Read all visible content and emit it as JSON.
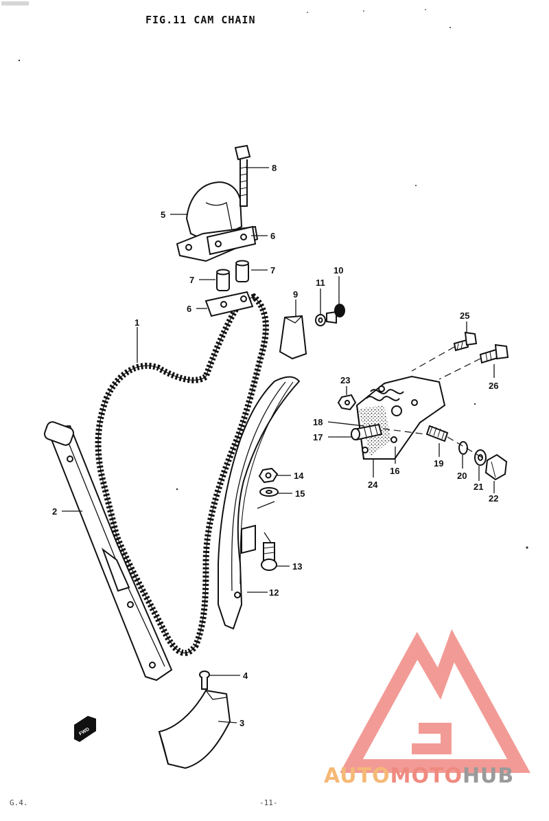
{
  "title": "FIG.11  CAM CHAIN",
  "footer": {
    "left": "G.4.",
    "page": "-11-"
  },
  "watermark": {
    "part1": "AUTO",
    "part2": "MOTO",
    "part3": "HUB",
    "colors": {
      "auto": "#f5b977",
      "moto": "#ef8a80",
      "hub": "#9a9a9a",
      "logo": "#f08a84"
    }
  },
  "callouts": [
    {
      "number": "1"
    },
    {
      "number": "2"
    },
    {
      "number": "3"
    },
    {
      "number": "4"
    },
    {
      "number": "5"
    },
    {
      "number": "6"
    },
    {
      "number": "6"
    },
    {
      "number": "7"
    },
    {
      "number": "7"
    },
    {
      "number": "8"
    },
    {
      "number": "9"
    },
    {
      "number": "10"
    },
    {
      "number": "11"
    },
    {
      "number": "12"
    },
    {
      "number": "13"
    },
    {
      "number": "14"
    },
    {
      "number": "15"
    },
    {
      "number": "16"
    },
    {
      "number": "17"
    },
    {
      "number": "18"
    },
    {
      "number": "19"
    },
    {
      "number": "20"
    },
    {
      "number": "21"
    },
    {
      "number": "22"
    },
    {
      "number": "23"
    },
    {
      "number": "24"
    },
    {
      "number": "25"
    },
    {
      "number": "26"
    }
  ],
  "front_marker": "FWD"
}
